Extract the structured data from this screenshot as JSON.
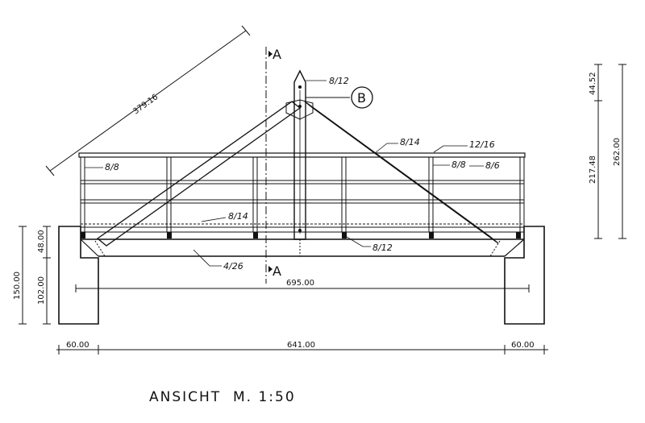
{
  "title": "ANSICHT  M. 1:50",
  "section_marker": "A",
  "detail_marker": "B",
  "colors": {
    "ink": "#111111",
    "paper": "#ffffff"
  },
  "dimensions": {
    "diagonal_length": "379.16",
    "span_inner": "695.00",
    "left_support": "60.00",
    "middle": "641.00",
    "right_support": "60.00",
    "height_total_left": "150.00",
    "height_upper_left": "48.00",
    "height_lower_left": "102.00",
    "height_top_right": "44.52",
    "height_lower_right": "217.48",
    "height_total_right": "262.00"
  },
  "section_labels": {
    "king_post_top": "8/12",
    "rail_left": "8/8",
    "top_chord": "8/14",
    "top_rail": "12/16",
    "post_right": "8/8",
    "rail_right": "8/6",
    "deck_member": "8/14",
    "bottom_post": "8/12",
    "bottom_chord": "4/26"
  }
}
